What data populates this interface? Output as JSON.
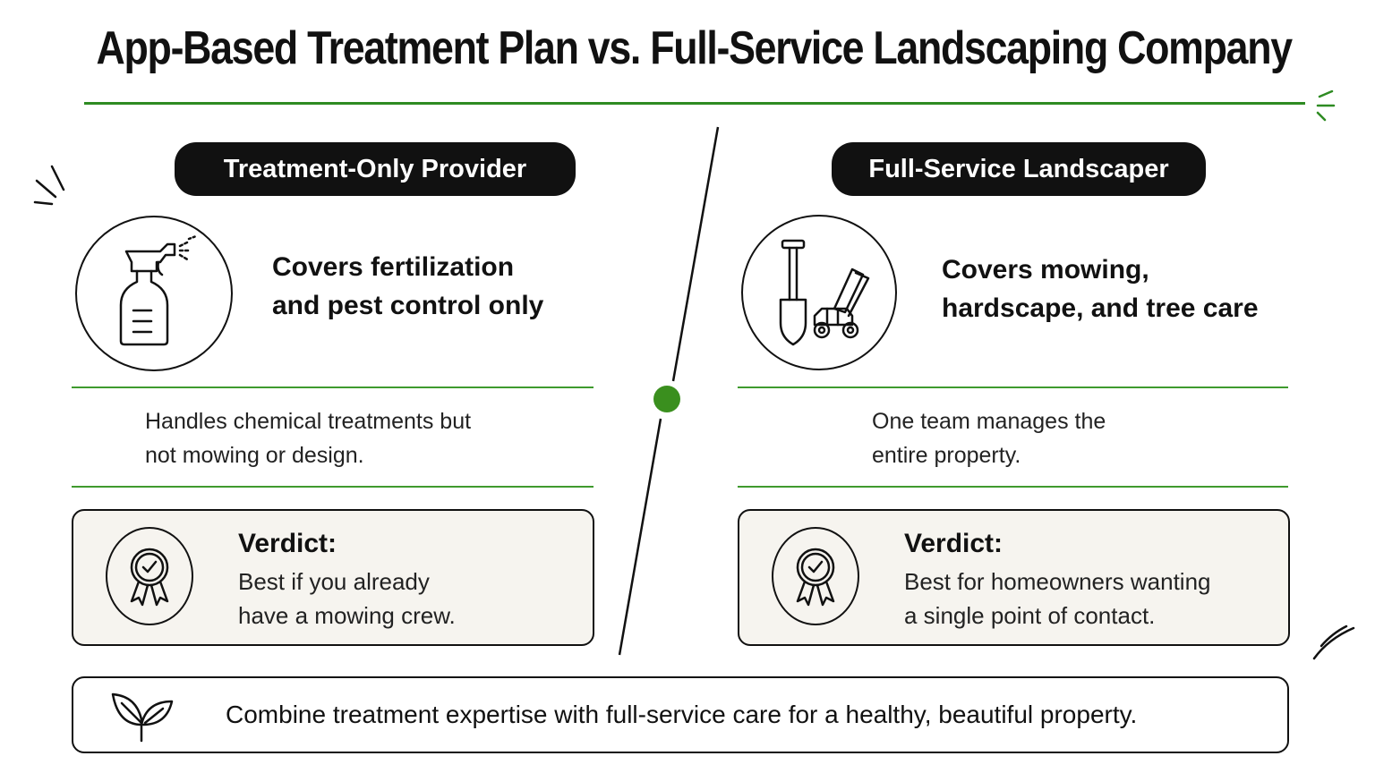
{
  "title": "App-Based Treatment Plan vs. Full-Service Landscaping Company",
  "colors": {
    "accent": "#2e8b22",
    "ink": "#111111",
    "verdict_bg": "#f6f4ef"
  },
  "left": {
    "label": "Treatment-Only Provider",
    "icon": "spray-bottle-icon",
    "heading": "Covers fertilization\nand pest control only",
    "description": "Handles chemical treatments but\nnot mowing or design.",
    "verdict_title": "Verdict:",
    "verdict_text": "Best if you already\nhave a mowing crew."
  },
  "right": {
    "label": "Full-Service Landscaper",
    "icon": "shovel-and-lawnmower-icon",
    "heading": "Covers mowing,\nhardscape, and tree care",
    "description": "One team manages the\nentire property.",
    "verdict_title": "Verdict:",
    "verdict_text": "Best for homeowners wanting\na single point of contact."
  },
  "footer": {
    "icon": "leaf-sprout-icon",
    "text": "Combine treatment expertise with full-service care for a healthy, beautiful property."
  }
}
